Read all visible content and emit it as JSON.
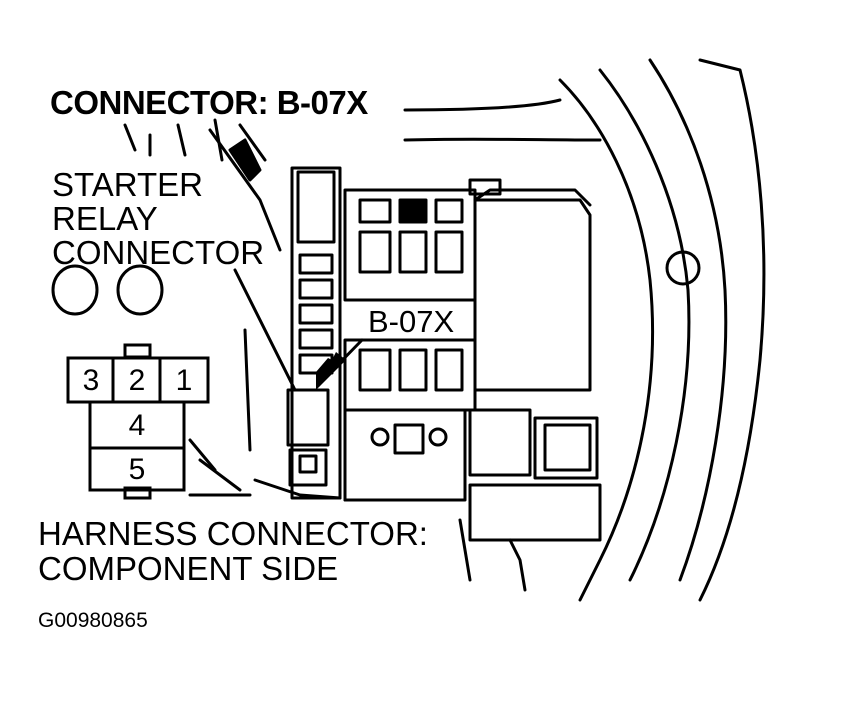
{
  "diagram": {
    "title": "CONNECTOR: B-07X",
    "starter_label": [
      "STARTER",
      "RELAY",
      "CONNECTOR"
    ],
    "connector_ref": "B-07X",
    "harness_label": [
      "HARNESS CONNECTOR:",
      "COMPONENT SIDE"
    ],
    "figure_id": "G00980865",
    "pins": [
      "3",
      "2",
      "1",
      "4",
      "5"
    ]
  },
  "colors": {
    "ink": "#000000",
    "paper": "#ffffff"
  }
}
